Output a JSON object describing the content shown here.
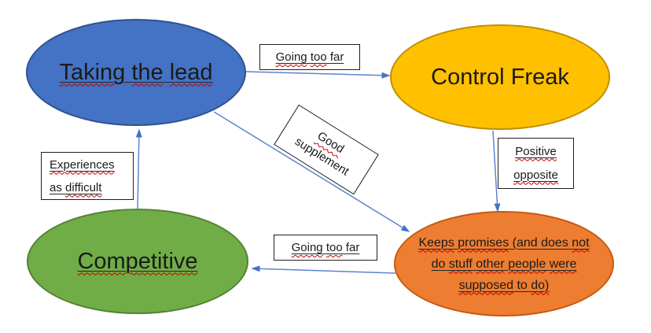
{
  "diagram": {
    "type": "flowchart",
    "palette": {
      "node_blue_fill": "#4472C4",
      "node_blue_border": "#2F528F",
      "node_yellow_fill": "#FFC000",
      "node_yellow_border": "#BF8F00",
      "node_green_fill": "#70AD47",
      "node_green_border": "#548235",
      "node_orange_fill": "#ED7D31",
      "node_orange_border": "#C55A11",
      "arrow_color": "#4472C4",
      "squiggle_color": "#C00000",
      "label_box_border": "#1f1f1f",
      "label_box_fill": "#ffffff"
    },
    "nodes": {
      "taking_the_lead": {
        "text": "Taking the lead",
        "underline": true,
        "lines": [
          [
            {
              "t": "Taking",
              "sq": true
            },
            {
              "t": "the",
              "sq": true
            },
            {
              "t": "lead",
              "sq": true
            }
          ]
        ]
      },
      "control_freak": {
        "text": "Control Freak",
        "underline": false,
        "lines": [
          [
            {
              "t": "Control"
            },
            {
              "t": "Freak"
            }
          ]
        ]
      },
      "competitive": {
        "text": "Competitive",
        "underline": true,
        "lines": [
          [
            {
              "t": "Competitive",
              "sq": true
            }
          ]
        ]
      },
      "keeps_promises": {
        "text": "Keeps promises (and does not do stuff other people were supposed to do)",
        "underline": true,
        "lines": [
          [
            {
              "t": "Keeps",
              "sq": true
            },
            {
              "t": "promises",
              "sq": true
            },
            {
              "t": "(and"
            },
            {
              "t": "does"
            },
            {
              "t": "not",
              "sq": true
            }
          ],
          [
            {
              "t": "do"
            },
            {
              "t": "stuff",
              "sq": true
            },
            {
              "t": "other",
              "sq": true
            },
            {
              "t": "people",
              "sq": true
            },
            {
              "t": "were",
              "sq": true
            }
          ],
          [
            {
              "t": "supposed",
              "sq": true
            },
            {
              "t": "to"
            },
            {
              "t": "do)",
              "sq": true
            }
          ]
        ]
      }
    },
    "edge_labels": {
      "going_too_far_top": {
        "text": "Going too far",
        "underline": true,
        "lines": [
          [
            {
              "t": "Going",
              "sq": true
            },
            {
              "t": "too",
              "sq": true
            },
            {
              "t": "far"
            }
          ]
        ]
      },
      "good_supplement": {
        "text": "Good supplement",
        "underline": false,
        "lines": [
          [
            {
              "t": "Good",
              "sq": true
            }
          ],
          [
            {
              "t": "supplement"
            }
          ]
        ]
      },
      "positive_opposite": {
        "text": "Positive opposite",
        "underline": true,
        "lines": [
          [
            {
              "t": "Positive",
              "sq": true
            }
          ],
          [
            {
              "t": "opposite",
              "sq": true
            }
          ]
        ]
      },
      "experiences_as_difficult": {
        "text": "Experiences as difficult",
        "underline": true,
        "lines": [
          [
            {
              "t": "Experiences",
              "sq": true
            }
          ],
          [
            {
              "t": "as"
            },
            {
              "t": "difficult",
              "sq": true
            }
          ]
        ]
      },
      "going_too_far_bottom": {
        "text": "Going too far",
        "underline": true,
        "lines": [
          [
            {
              "t": "Going",
              "sq": true
            },
            {
              "t": "too",
              "sq": true
            },
            {
              "t": "far"
            }
          ]
        ]
      }
    },
    "edges": [
      {
        "from": "taking_the_lead",
        "to": "control_freak",
        "label": "Going too far"
      },
      {
        "from": "control_freak",
        "to": "keeps_promises",
        "label": "Positive opposite"
      },
      {
        "from": "keeps_promises",
        "to": "competitive",
        "label": "Going too far"
      },
      {
        "from": "competitive",
        "to": "taking_the_lead",
        "label": "Experiences as difficult"
      },
      {
        "from": "taking_the_lead",
        "to": "keeps_promises",
        "label": "Good supplement"
      }
    ]
  }
}
